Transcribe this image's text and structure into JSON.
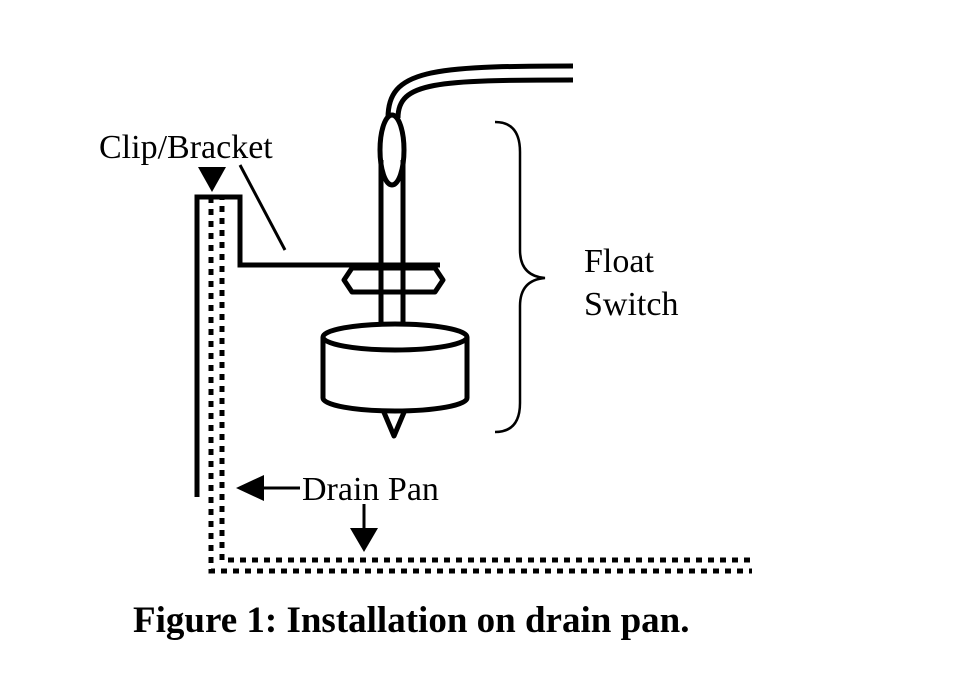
{
  "figure": {
    "caption": "Figure 1: Installation on drain pan.",
    "labels": {
      "clip_bracket": "Clip/Bracket",
      "float_line1": "Float",
      "float_line2": "Switch",
      "drain_pan": "Drain Pan"
    },
    "colors": {
      "ink": "#000000",
      "background": "#ffffff"
    }
  }
}
